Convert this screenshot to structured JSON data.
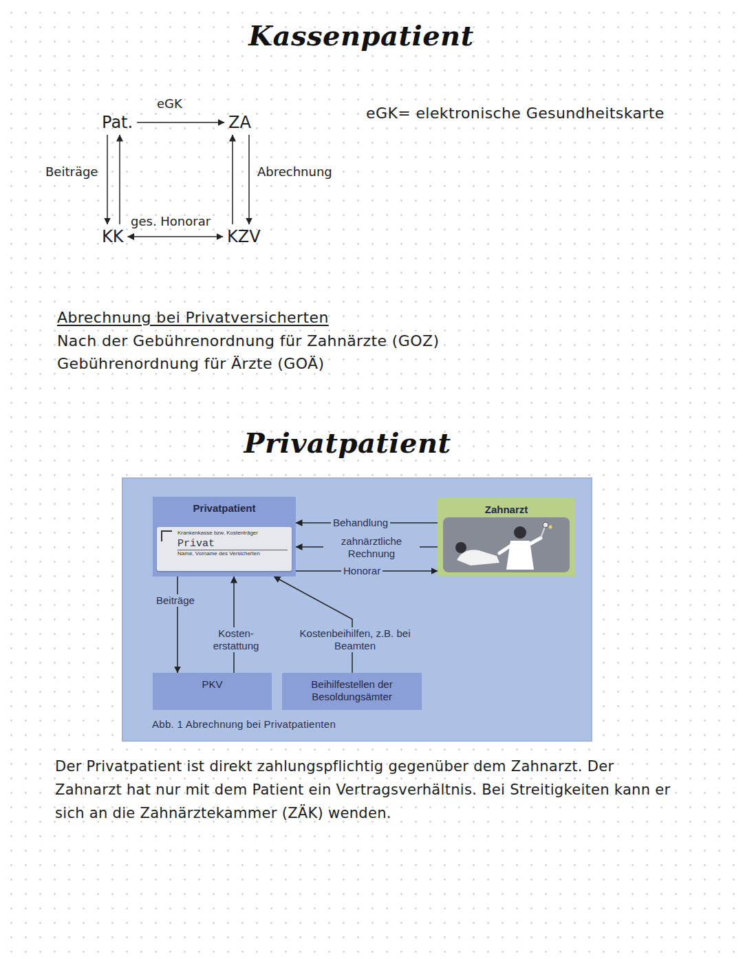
{
  "diagram": {
    "title": "Kassenpatient",
    "caption": "Abb. 1 Abrechnung bei Privatpatienten",
    "nodes": [
      {
        "text": [
          "Pat."
        ]
      },
      {
        "text": [
          "ZA"
        ]
      },
      {
        "text": [
          "KK"
        ]
      },
      {
        "text": [
          "KZV"
        ]
      },
      {
        "text": [
          "Privatpatient"
        ]
      },
      {
        "text": [
          "Krankenkasse bzw. Kostenträger",
          "Privat",
          "Name, Vorname des Versicherten"
        ],
        "in": 4
      },
      {
        "text": [
          "Zahnarzt"
        ]
      },
      {
        "text": [
          "PKV"
        ]
      },
      {
        "text": [
          "Beihilfestellen der Besoldungsämter"
        ]
      }
    ],
    "edges": [
      {
        "from": 0,
        "to": 1,
        "label": "eGK",
        "arrow": "to"
      },
      {
        "from": 0,
        "to": 2,
        "label": "Beiträge",
        "arrow": "to"
      },
      {
        "from": 2,
        "to": 0,
        "arrow": "to"
      },
      {
        "from": 1,
        "to": 3,
        "label": "Abrechnung",
        "arrow": "to"
      },
      {
        "from": 3,
        "to": 1,
        "arrow": "to"
      },
      {
        "from": 2,
        "to": 3,
        "label": "ges. Honorar",
        "arrow": "both"
      },
      {
        "from": 6,
        "to": 4,
        "label": "Behandlung",
        "arrow": "to"
      },
      {
        "from": 6,
        "to": 4,
        "label": "zahnärztliche Rechnung",
        "arrow": "to"
      },
      {
        "from": 4,
        "to": 6,
        "label": "Honorar",
        "arrow": "to"
      },
      {
        "from": 4,
        "to": 7,
        "label": "Beiträge",
        "arrow": "to"
      },
      {
        "from": 7,
        "to": 4,
        "label": "Kosten- erstattung",
        "arrow": "to"
      },
      {
        "from": 8,
        "to": 4,
        "label": "Kostenbeihilfen, z.B. bei Beamten",
        "arrow": "to"
      }
    ],
    "labels": [
      "eGK= elektronische Gesundheitskarte",
      "Abrechnung bei Privatversicherten",
      "Nach der Gebührenordnung für Zahnärzte (GOZ)",
      "Gebührenordnung für Ärzte (GOÄ)",
      "Privatpatient",
      "Der Privatpatient ist direkt zahlungspflichtig gegenüber dem Zahnarzt. Der Zahnarzt hat nur mit dem Patient ein Vertragsverhältnis. Bei Streitigkeiten kann er sich an die Zahnärztekammer (ZÄK) wenden."
    ]
  }
}
